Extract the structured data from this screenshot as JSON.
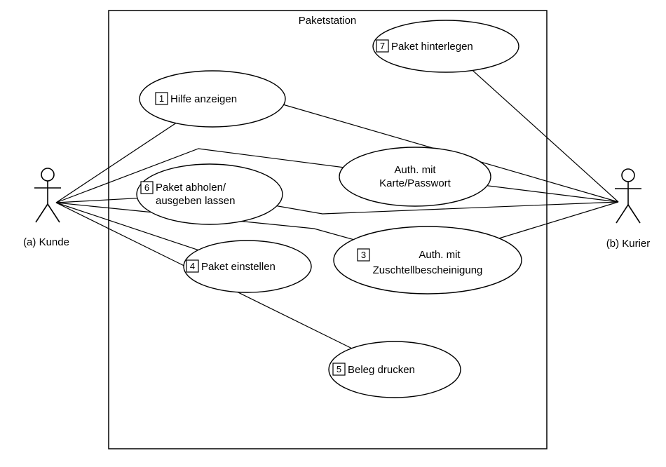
{
  "diagram": {
    "type": "uml-use-case-diagram",
    "title": "Paketstation",
    "actors": {
      "kunde": {
        "label": "(a) Kunde"
      },
      "kurier": {
        "label": "(b) Kurier"
      }
    },
    "use_cases": {
      "paket_hinterlegen": {
        "number": "7",
        "line1": "Paket hinterlegen"
      },
      "hilfe_anzeigen": {
        "number": "1",
        "line1": "Hilfe anzeigen"
      },
      "auth_karte_passwort": {
        "line1": "Auth. mit",
        "line2": "Karte/Passwort"
      },
      "paket_abholen": {
        "number": "6",
        "line1": "Paket abholen/",
        "line2": "ausgeben lassen"
      },
      "auth_zustellbescheinigung": {
        "number": "3",
        "line1": "Auth. mit",
        "line2": "Zuschtellbescheinigung"
      },
      "paket_einstellen": {
        "number": "4",
        "line1": "Paket einstellen"
      },
      "beleg_drucken": {
        "number": "5",
        "line1": "Beleg drucken"
      }
    },
    "associations": [
      {
        "from": "kunde",
        "to": "hilfe_anzeigen"
      },
      {
        "from": "kunde",
        "to": "auth_karte_passwort"
      },
      {
        "from": "kunde",
        "to": "paket_abholen"
      },
      {
        "from": "kunde",
        "to": "paket_einstellen"
      },
      {
        "from": "kunde",
        "to": "beleg_drucken"
      },
      {
        "from": "kunde",
        "to": "auth_zustellbescheinigung"
      },
      {
        "from": "kurier",
        "to": "paket_hinterlegen"
      },
      {
        "from": "kurier",
        "to": "hilfe_anzeigen"
      },
      {
        "from": "kurier",
        "to": "auth_karte_passwort"
      },
      {
        "from": "kurier",
        "to": "paket_abholen"
      },
      {
        "from": "kurier",
        "to": "auth_zustellbescheinigung"
      }
    ],
    "colors": {
      "line": "#000000",
      "fill": "#ffffff"
    }
  }
}
